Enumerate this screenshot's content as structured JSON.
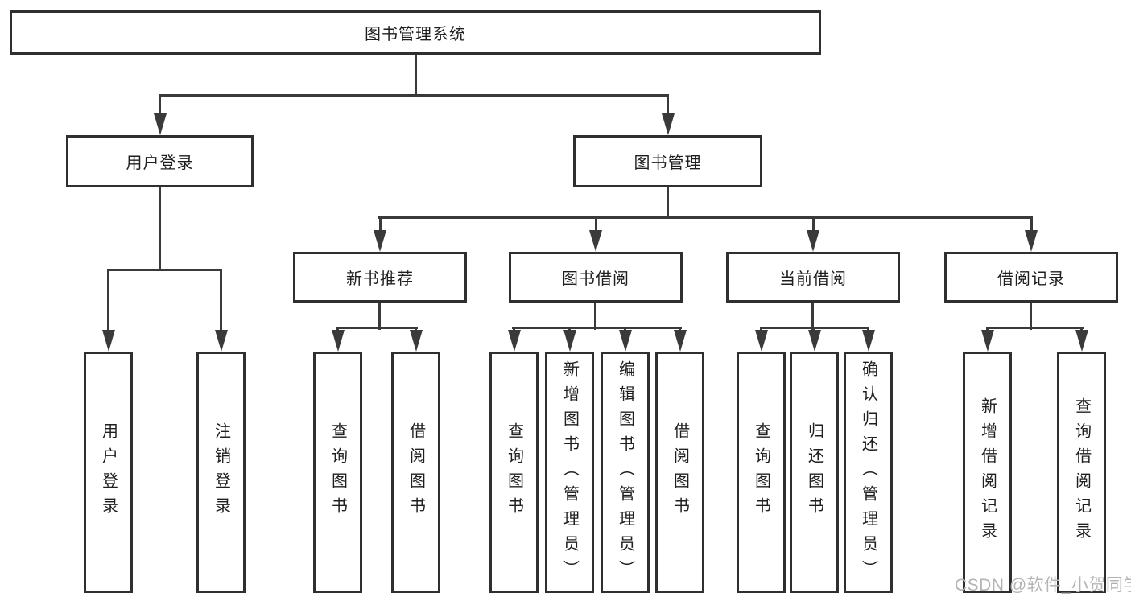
{
  "diagram": {
    "root": {
      "label": "图书管理系统"
    },
    "branches": [
      {
        "label": "用户登录",
        "children": [
          "用户登录",
          "注销登录"
        ]
      },
      {
        "label": "图书管理",
        "children": [
          {
            "label": "新书推荐",
            "children": [
              "查询图书",
              "借阅图书"
            ]
          },
          {
            "label": "图书借阅",
            "children": [
              "查询图书",
              "新增图书（管理员）",
              "编辑图书（管理员）",
              "借阅图书"
            ]
          },
          {
            "label": "当前借阅",
            "children": [
              "查询图书",
              "归还图书",
              "确认归还（管理员）"
            ]
          },
          {
            "label": "借阅记录",
            "children": [
              "新增借阅记录",
              "查询借阅记录"
            ]
          }
        ]
      }
    ]
  },
  "watermark": {
    "text": "CSDN @软件_小贺同学"
  },
  "colors": {
    "line": "#3a3a3a",
    "border": "#2f2f2f",
    "text": "#1f1f1f",
    "watermark": "#b4b4b4",
    "background": "#ffffff"
  }
}
